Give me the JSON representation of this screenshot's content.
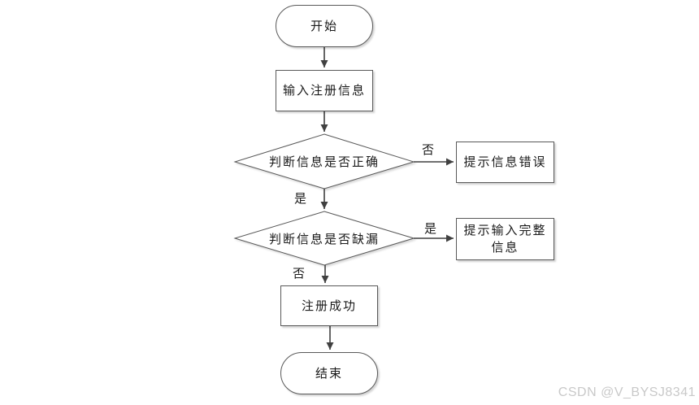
{
  "diagram_title": "registration-flowchart",
  "nodes": {
    "start": {
      "type": "terminator",
      "label": "开始"
    },
    "input_info": {
      "type": "process",
      "label": "输入注册信息"
    },
    "check_correct": {
      "type": "decision",
      "label": "判断信息是否正确"
    },
    "error_prompt": {
      "type": "process",
      "label": "提示信息错误"
    },
    "check_missing": {
      "type": "decision",
      "label": "判断信息是否缺漏"
    },
    "complete_prompt": {
      "type": "process",
      "label": "提示输入完整信息"
    },
    "register_success": {
      "type": "process",
      "label": "注册成功"
    },
    "end": {
      "type": "terminator",
      "label": "结束"
    }
  },
  "edges": [
    {
      "from": "start",
      "to": "input_info",
      "label": ""
    },
    {
      "from": "input_info",
      "to": "check_correct",
      "label": ""
    },
    {
      "from": "check_correct",
      "to": "error_prompt",
      "label": "否"
    },
    {
      "from": "check_correct",
      "to": "check_missing",
      "label": "是"
    },
    {
      "from": "check_missing",
      "to": "complete_prompt",
      "label": "是"
    },
    {
      "from": "check_missing",
      "to": "register_success",
      "label": "否"
    },
    {
      "from": "register_success",
      "to": "end",
      "label": ""
    }
  ],
  "watermark": {
    "text": "CSDN @V_BYSJ8341"
  },
  "colors": {
    "background": "#ffffff",
    "shape_border": "#595959",
    "arrow": "#404040",
    "text": "#1a1a1a",
    "watermark": "#c9c9c9"
  }
}
